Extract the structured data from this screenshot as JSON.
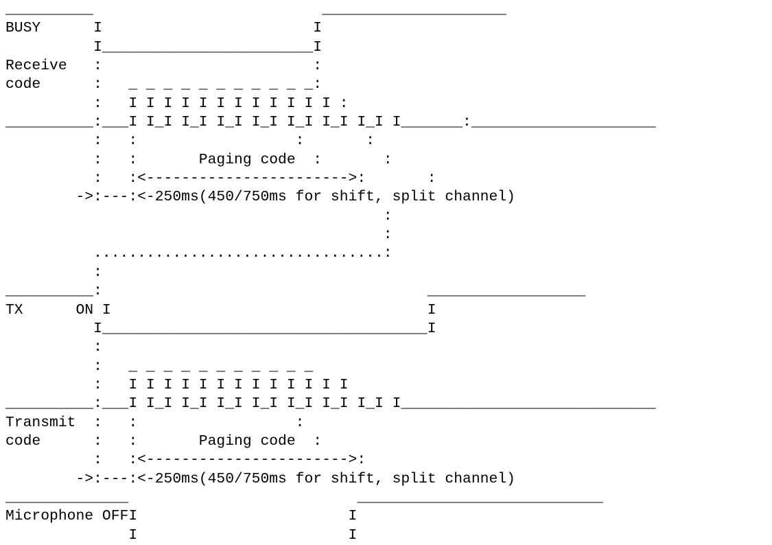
{
  "diagram": {
    "lines": [
      "__________                          _____________________",
      "BUSY      I                        I",
      "          I________________________I",
      "Receive   :                        :",
      "code      :   _ _ _ _ _ _ _ _ _ _ _:",
      "          :   I I I I I I I I I I I I :",
      "__________:___I I_I I_I I_I I_I I_I I_I I_I I_______:_____________________",
      "          :   :                  :       :",
      "          :   :       Paging code  :       :",
      "          :   :<----------------------->:       :",
      "        ->:---:<-250ms(450/750ms for shift, split channel)",
      "                                           :",
      "                                           :",
      "          .................................:",
      "          :",
      "__________:                                     __________________",
      "TX      ON I                                    I",
      "          I_____________________________________I",
      "          :",
      "          :   _ _ _ _ _ _ _ _ _ _ _",
      "          :   I I I I I I I I I I I I I",
      "__________:___I I_I I_I I_I I_I I_I I_I I_I I_____________________________",
      "Transmit  :   :                  :",
      "code      :   :       Paging code  :",
      "          :   :<----------------------->:",
      "        ->:---:<-250ms(450/750ms for shift, split channel)",
      "______________                          ____________________________",
      "Microphone OFFI                        I",
      "              I                        I"
    ]
  }
}
